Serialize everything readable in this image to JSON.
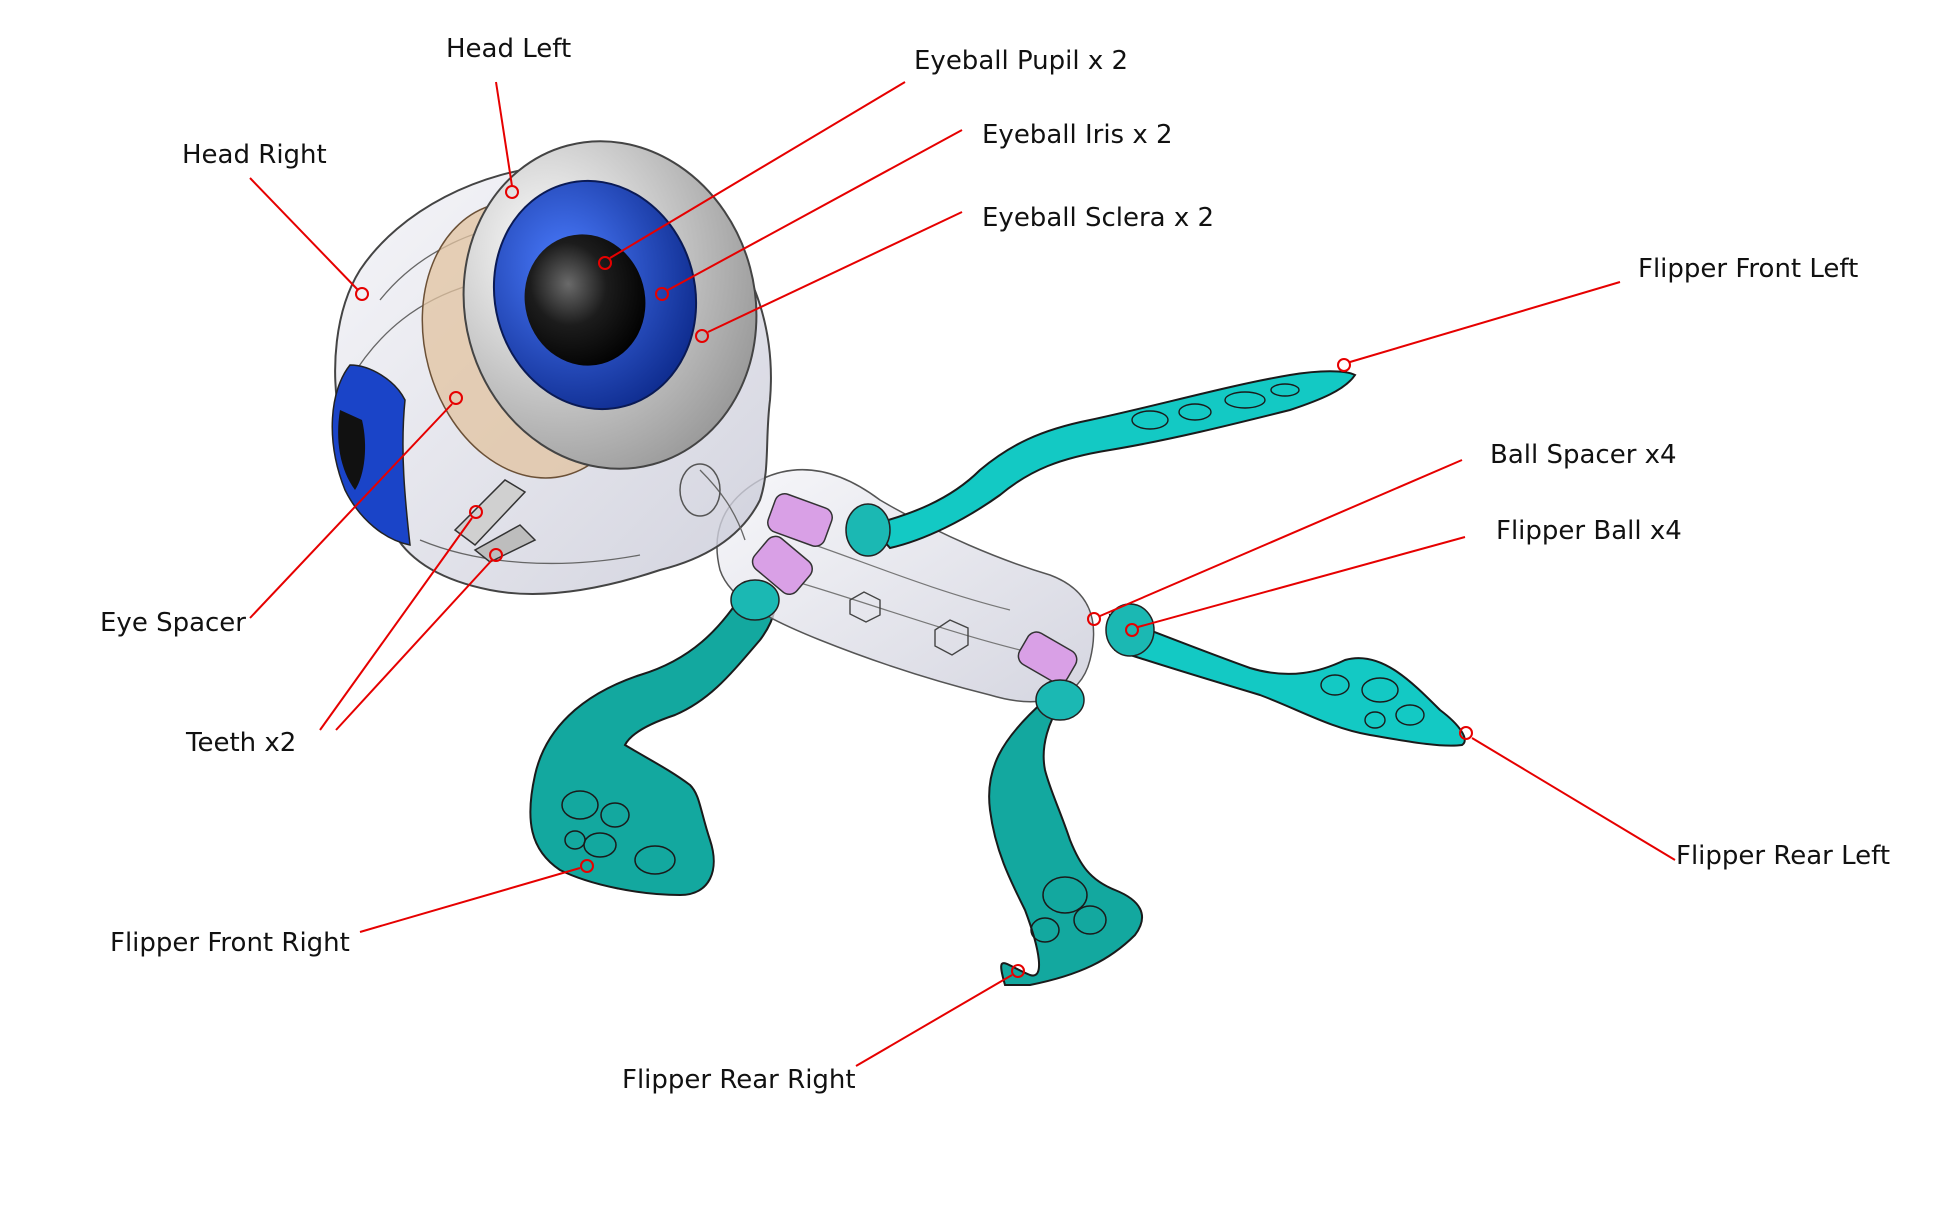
{
  "labels": {
    "head_left": "Head Left",
    "head_right": "Head Right",
    "eyeball_pupil": "Eyeball Pupil x 2",
    "eyeball_iris": "Eyeball Iris x 2",
    "eyeball_sclera": "Eyeball Sclera x 2",
    "flipper_front_left": "Flipper Front Left",
    "ball_spacer": "Ball Spacer x4",
    "flipper_ball": "Flipper Ball x4",
    "eye_spacer": "Eye Spacer",
    "teeth": "Teeth x2",
    "flipper_rear_left": "Flipper Rear Left",
    "flipper_front_right": "Flipper Front Right",
    "flipper_rear_right": "Flipper Rear Right"
  },
  "colors": {
    "leader": "#e60000",
    "flipper": "#13c9c4",
    "flipper_dark": "#0f9b93",
    "spacer": "#d9a0e6",
    "iris": "#1a44c8",
    "pupil": "#111111",
    "sclera": "#dcdcdc",
    "eye_spacer": "#e2c3a0",
    "shell": "#e6e7ef"
  }
}
